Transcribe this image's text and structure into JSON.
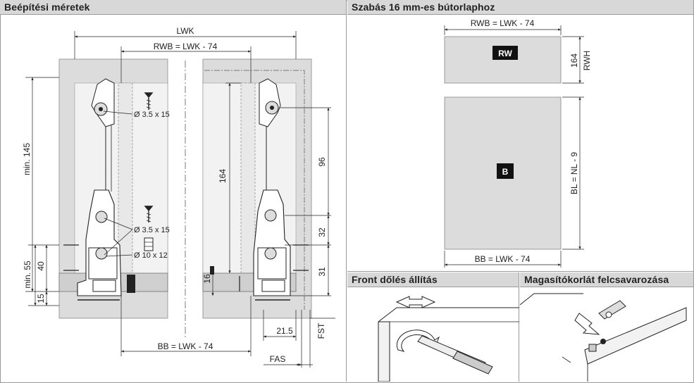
{
  "panels": {
    "installation": {
      "title": "Beépítési méretek",
      "dims": {
        "lwk": "LWK",
        "rwb": "RWB = LWK - 74",
        "bb": "BB = LWK - 74",
        "min145": "min. 145",
        "min55": "min. 55",
        "d40": "40",
        "d15": "15",
        "d164": "164",
        "d16": "16",
        "d96": "96",
        "d32": "32",
        "d31": "31",
        "d21_5": "21.5",
        "fst": "FST",
        "fas": "FAS"
      },
      "screws": {
        "s1": "Ø 3.5 x 15",
        "s2": "Ø 3.5 x 15",
        "dowel": "Ø 10 x 12"
      }
    },
    "cutting": {
      "title": "Szabás 16 mm-es bútorlaphoz",
      "rwb": "RWB = LWK - 74",
      "rw_label": "RW",
      "d164": "164",
      "rwh": "RWH",
      "b_label": "B",
      "bl": "BL = NL - 9",
      "bb": "BB = LWK - 74"
    },
    "front_tilt": {
      "title": "Front dőlés állítás"
    },
    "railing": {
      "title": "Magasítókorlát felcsavarozása"
    }
  },
  "colors": {
    "header_bg": "#d8d8d8",
    "panel_fill": "#dcdcdc",
    "line": "#222222",
    "label_bg": "#111111"
  }
}
